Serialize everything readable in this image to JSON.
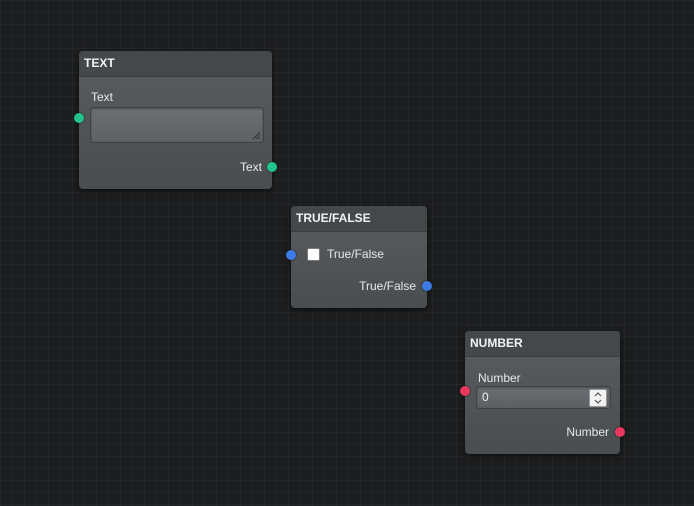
{
  "nodes": {
    "text": {
      "title": "TEXT",
      "field_label": "Text",
      "field_value": "",
      "output_label": "Text"
    },
    "bool": {
      "title": "TRUE/FALSE",
      "checkbox_label": "True/False",
      "checked": false,
      "output_label": "True/False"
    },
    "number": {
      "title": "NUMBER",
      "field_label": "Number",
      "field_value": "0",
      "output_label": "Number"
    }
  },
  "colors": {
    "text_port": "#22c48b",
    "bool_port": "#3c7be6",
    "number_port": "#e8385d"
  },
  "icons": {
    "resize": "resize-grip-icon",
    "spinner": "spinner-arrows-icon"
  }
}
